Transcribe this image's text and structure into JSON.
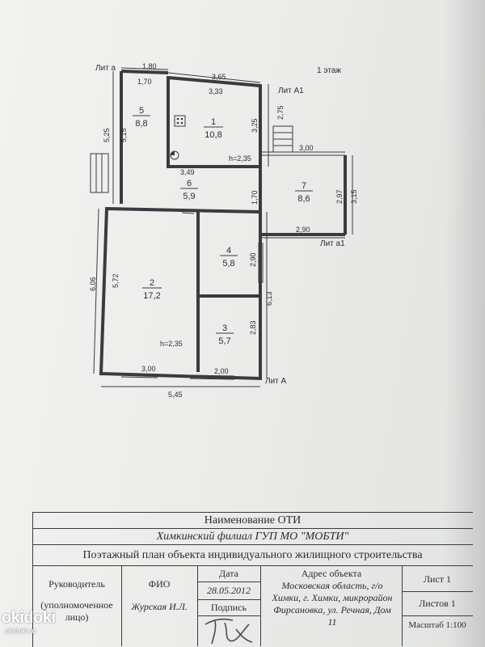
{
  "floor_label": "1 этаж",
  "lit_labels": {
    "lit_a": "Лит а",
    "lit_A1": "Лит А1",
    "lit_a1": "Лит а1",
    "lit_A": "Лит А"
  },
  "rooms": [
    {
      "number": "1",
      "area": "10,8"
    },
    {
      "number": "2",
      "area": "17,2"
    },
    {
      "number": "3",
      "area": "5,7"
    },
    {
      "number": "4",
      "area": "5,8"
    },
    {
      "number": "5",
      "area": "8,8"
    },
    {
      "number": "6",
      "area": "5,9"
    },
    {
      "number": "7",
      "area": "8,6"
    }
  ],
  "heights": {
    "h1": "h=2,35",
    "h2": "h=2,35"
  },
  "dimensions": {
    "top_a_outer": "1,80",
    "top_a_inner": "1,70",
    "top_1_outer": "3,65",
    "top_1_inner": "3,33",
    "left_a_outer": "5,25",
    "left_a_inner": "5,15",
    "right_1_outer": "2,75",
    "right_1_inner": "3,25",
    "d_349": "3,49",
    "d_170v": "1,70",
    "top_7": "3,00",
    "right_7_inner": "2,97",
    "right_7_outer": "3,15",
    "bottom_7": "2,90",
    "left_A_outer": "6,06",
    "left_A_inner": "5,72",
    "d_290": "2,90",
    "right_A": "6,13",
    "d_283": "2,83",
    "bottom_300": "3,00",
    "bottom_200": "2,00",
    "bottom_545": "5,45"
  },
  "stamp": {
    "title_header": "Наименование ОТИ",
    "branch": "Химкинский филиал ГУП МО \"МОБТИ\"",
    "plan_title": "Поэтажный план объекта индивидуального жилищного строительства",
    "head_label": "Руководитель",
    "authorized_label": "(уполномоченное лицо)",
    "fio_label": "ФИО",
    "fio_value": "Журская И.Л.",
    "date_label": "Дата",
    "date_value": "28.05.2012",
    "signature_label": "Подпись",
    "address_label": "Адрес объекта",
    "address_value": "Московская область, г/о Химки, г. Химки, микрорайон Фирсановка, ул. Речная, Дом 11",
    "sheet_label": "Лист 1",
    "sheets_label": "Листов 1",
    "scale_label": "Масштаб 1:100"
  },
  "watermark": {
    "brand": "okidoki",
    "url": "okidoki.ru"
  }
}
